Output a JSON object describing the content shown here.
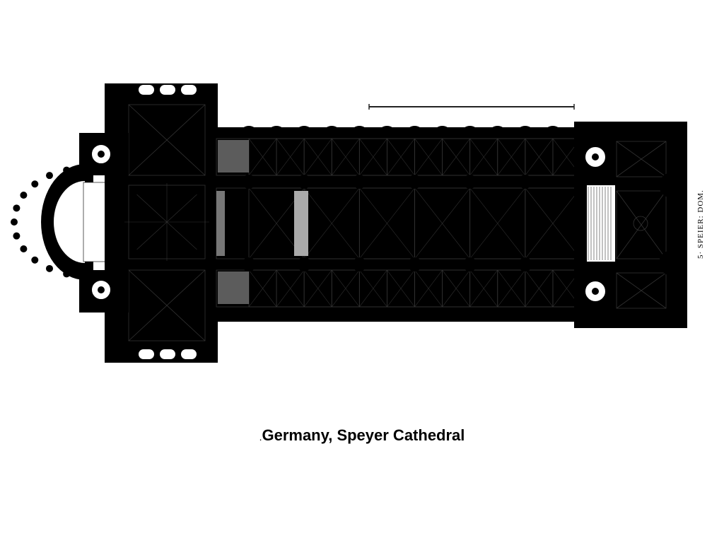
{
  "caption": {
    "prefix": ".",
    "text": "Germany, Speyer Cathedral"
  },
  "plan": {
    "label": "5· SPEIER: DOM.",
    "nave_bays": 6,
    "aisle_bays": 12
  },
  "colors": {
    "wall": "#000000",
    "background": "#ffffff",
    "vault_line": "#333333"
  }
}
